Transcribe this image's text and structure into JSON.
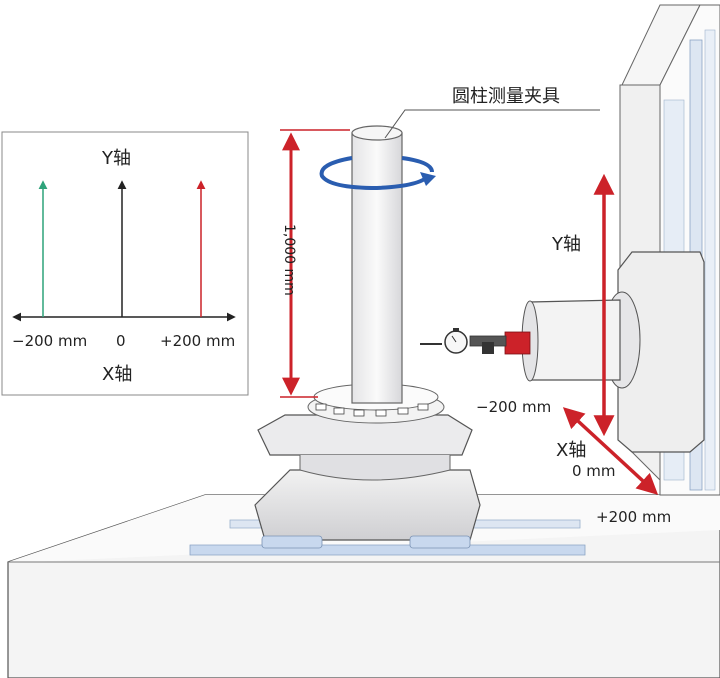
{
  "callout_label": "圆柱测量夹具",
  "inset": {
    "y_axis_label": "Y轴",
    "x_axis_label": "X轴",
    "tick_left": "−200 mm",
    "tick_center": "0",
    "tick_right": "+200 mm"
  },
  "machine": {
    "height_label": "1,000 mm",
    "y_axis_label": "Y轴",
    "x_axis_label": "X轴",
    "x_minus_label": "−200 mm",
    "x_zero_label": "0 mm",
    "x_plus_label": "+200 mm"
  },
  "colors": {
    "red": "#cc2229",
    "green": "#2ea37a",
    "black": "#222222",
    "blue_arrow": "#2a5db0",
    "gray_line": "#bdbdbd",
    "light_blue": "#c8d8ee"
  }
}
